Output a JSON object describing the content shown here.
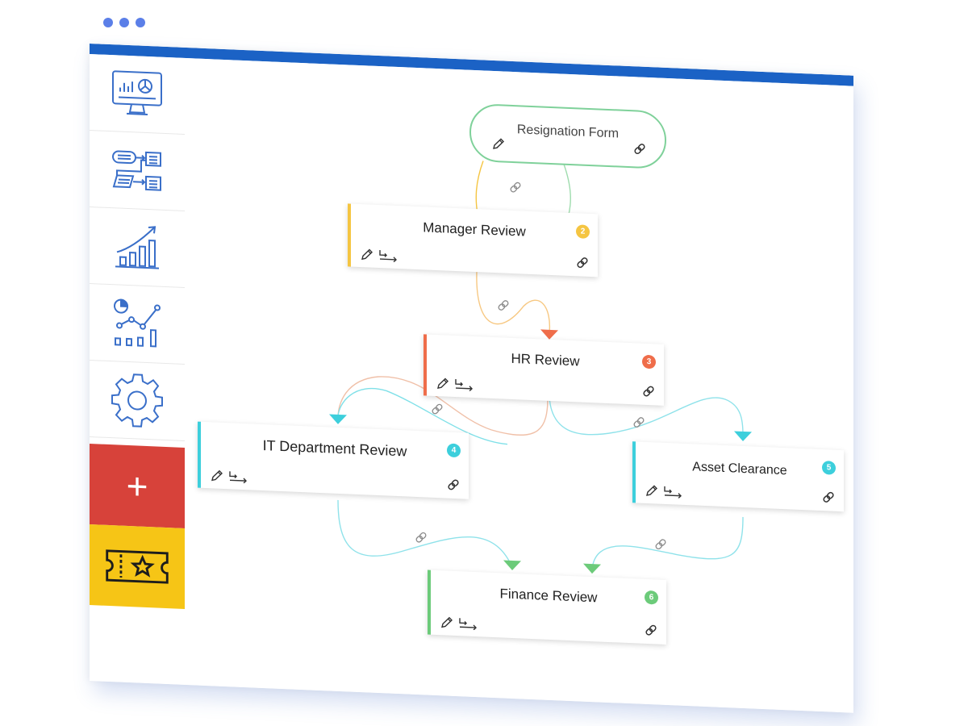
{
  "colors": {
    "brand": "#1b62c5",
    "add_button": "#d7423a",
    "promo": "#f6c516",
    "start_border": "#7fd19a",
    "manager": "#f5c542",
    "hr": "#ef6d4a",
    "it": "#3dcfdc",
    "asset": "#3dcfdc",
    "finance": "#6ccb7a"
  },
  "sidebar": {
    "items": [
      {
        "name": "dashboard",
        "icon": "monitor-chart-icon"
      },
      {
        "name": "workflows",
        "icon": "workflow-diagram-icon"
      },
      {
        "name": "analytics",
        "icon": "growth-chart-icon"
      },
      {
        "name": "reports",
        "icon": "reports-chart-icon"
      },
      {
        "name": "settings",
        "icon": "gear-icon"
      }
    ],
    "add_label": "+",
    "promo_icon": "ticket-star-icon"
  },
  "workflow": {
    "start": {
      "title": "Resignation Form"
    },
    "nodes": [
      {
        "id": "manager",
        "title": "Manager Review",
        "badge": "2"
      },
      {
        "id": "hr",
        "title": "HR Review",
        "badge": "3"
      },
      {
        "id": "it",
        "title": "IT Department Review",
        "badge": "4"
      },
      {
        "id": "asset",
        "title": "Asset Clearance",
        "badge": "5"
      },
      {
        "id": "finance",
        "title": "Finance Review",
        "badge": "6"
      }
    ]
  }
}
